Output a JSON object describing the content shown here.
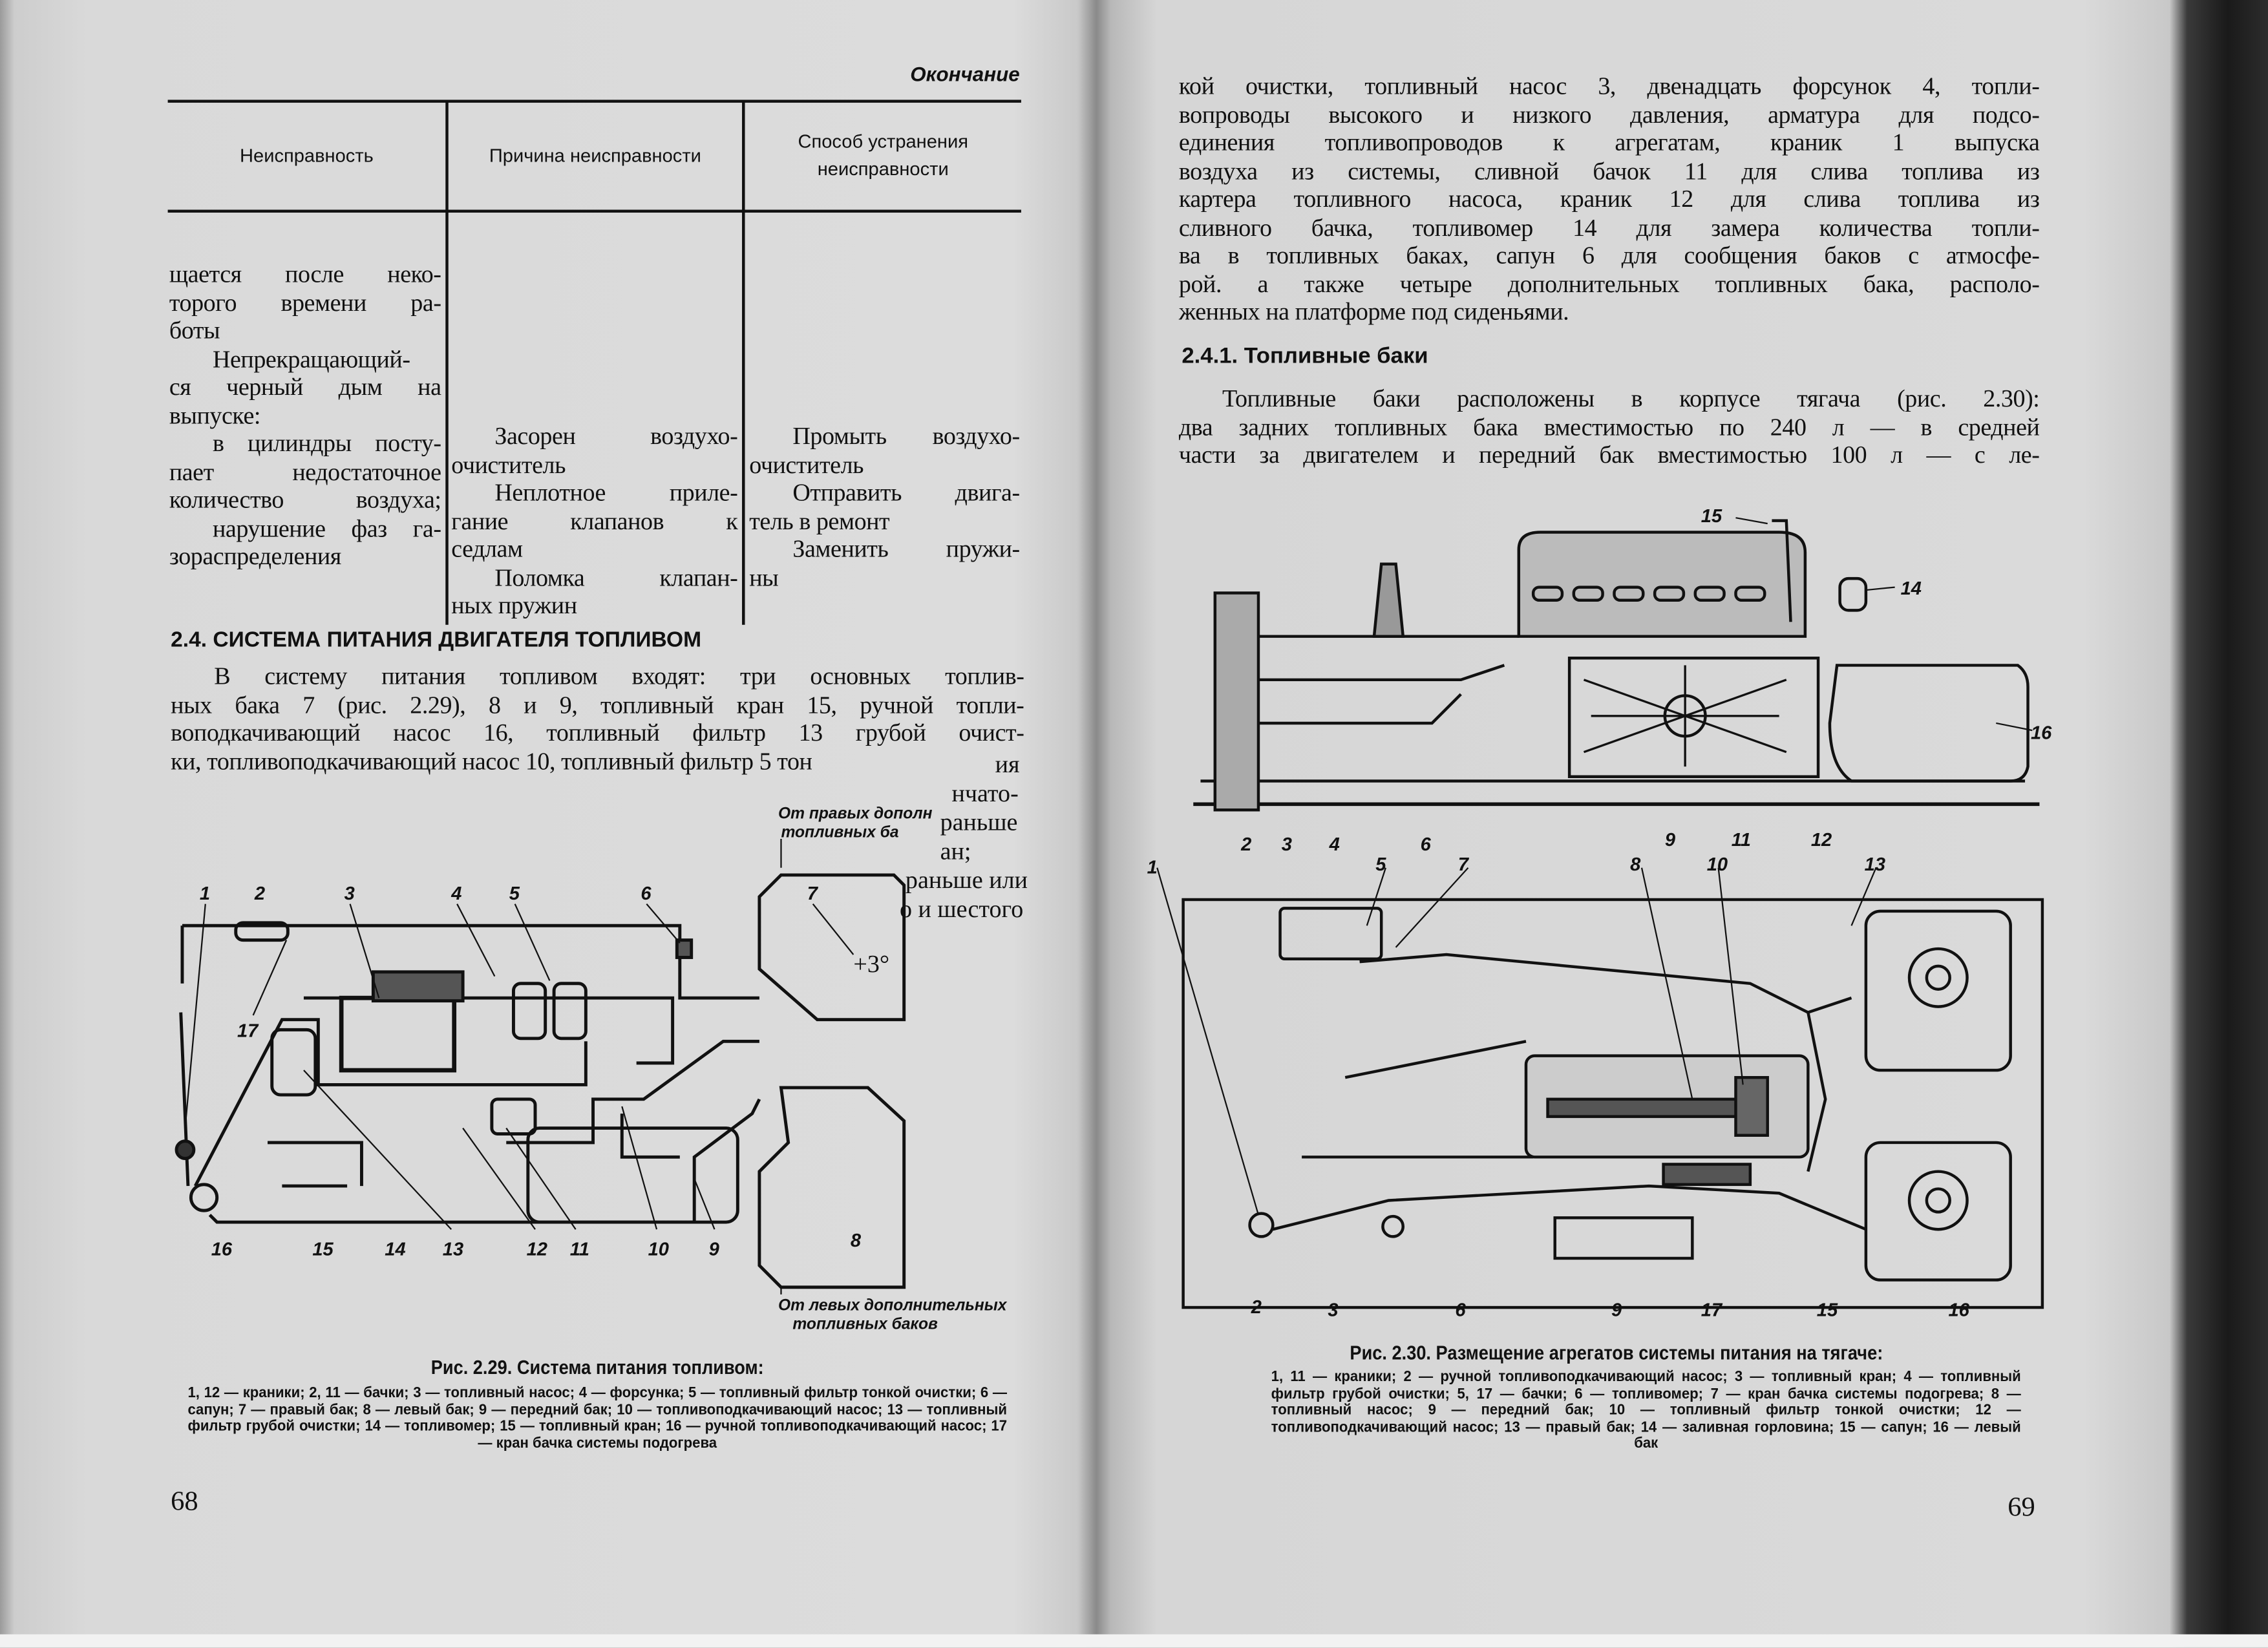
{
  "left_page": {
    "continuation_label": "Окончание",
    "table": {
      "headers": [
        "Неисправность",
        "Причина неисправности",
        "Способ устранения неисправности"
      ],
      "col1": [
        "щается после неко-",
        "торого времени ра-",
        "боты",
        "Непрекращающий-",
        "ся черный дым на",
        "выпуске:",
        "в цилиндры посту-",
        "пает недостаточное",
        "количество воздуха;",
        "нарушение фаз га-",
        "зораспределения"
      ],
      "col2": [
        "Засорен воздухо-",
        "очиститель",
        "Неплотное приле-",
        "гание клапанов к",
        "седлам",
        "Поломка клапан-",
        "ных пружин"
      ],
      "col3": [
        "Промыть воздухо-",
        "очиститель",
        "Отправить двига-",
        "тель в ремонт",
        "Заменить пружи-",
        "ны"
      ]
    },
    "section_heading": "2.4. СИСТЕМА ПИТАНИЯ ДВИГАТЕЛЯ ТОПЛИВОМ",
    "paragraph": [
      "В систему питания топливом входят: три основных топлив-",
      "ных бака 7 (рис. 2.29), 8 и 9, топливный кран 15, ручной топли-",
      "воподкачивающий насос 16, топливный фильтр 13 грубой очист-",
      "ки, топливоподкачивающий насос 10, топливный фильтр 5 тон"
    ],
    "torn_fragments": [
      "ия",
      "нчато-",
      "раньше",
      "ан;",
      "раньше или",
      "о и шестого",
      "+3°"
    ],
    "figure": {
      "labels_top": [
        "1",
        "2",
        "3",
        "4",
        "5",
        "6",
        "7"
      ],
      "label_17": "17",
      "labels_bottom": [
        "16",
        "15",
        "14",
        "13",
        "12",
        "11",
        "10",
        "9",
        "8"
      ],
      "note_right": [
        "От правых дополн",
        "топливных ба"
      ],
      "note_left": [
        "От левых дополнительных",
        "топливных баков"
      ]
    },
    "caption_title": "Рис. 2.29. Система питания топливом:",
    "caption_body": "1, 12 — краники; 2, 11 — бачки; 3 — топливный насос; 4 — форсунка; 5 — топливный фильтр тонкой очистки; 6 — сапун; 7 — правый бак; 8 — левый бак; 9 — передний бак; 10 — топливоподкачивающий насос; 13 — топливный фильтр грубой очистки; 14 — топливомер; 15 — топливный кран; 16 — ручной топливоподкачивающий насос; 17 — кран бачка системы подогрева",
    "page_number": "68"
  },
  "right_page": {
    "paragraph1": [
      "кой очистки, топливный насос 3, двенадцать форсунок 4, топли-",
      "вопроводы высокого и низкого давления, арматура для подсо-",
      "единения топливопроводов к агрегатам, краник 1 выпуска",
      "воздуха из системы, сливной бачок 11 для слива топлива из",
      "картера топливного насоса, краник 12 для слива топлива из",
      "сливного бачка, топливомер 14 для замера количества топли-",
      "ва в топливных баках, сапун 6 для сообщения баков с атмосфе-",
      "рой. а также четыре дополнительных топливных бака, располо-",
      "женных на платформе под сиденьями."
    ],
    "subsection_heading": "2.4.1. Топливные баки",
    "paragraph2": [
      "Топливные баки расположены в корпусе тягача (рис. 2.30):",
      "два задних топливных бака вместимостью по 240 л — в средней",
      "части за двигателем и передний бак вместимостью 100 л — с ле-"
    ],
    "figure": {
      "side_labels": [
        "15",
        "14",
        "16",
        "2",
        "3",
        "4",
        "6",
        "9",
        "11",
        "12"
      ],
      "plan_labels_top": [
        "1",
        "5",
        "7",
        "8",
        "10",
        "13"
      ],
      "plan_labels_bottom": [
        "2",
        "3",
        "6",
        "9",
        "17",
        "15",
        "16"
      ]
    },
    "caption_title": "Рис. 2.30. Размещение агрегатов системы питания на тягаче:",
    "caption_body": "1, 11 — краники; 2 — ручной топливоподкачивающий насос; 3 — топливный кран; 4 — топливный фильтр грубой очистки; 5, 17 — бачки; 6 — топливомер; 7 — кран бачка системы подогрева; 8 — топливный насос; 9 — передний бак; 10 — топливный фильтр тонкой очистки; 12 — топливоподкачивающий насос; 13 — правый бак; 14 — заливная горловина; 15 — сапун; 16 — левый бак",
    "page_number": "69"
  }
}
